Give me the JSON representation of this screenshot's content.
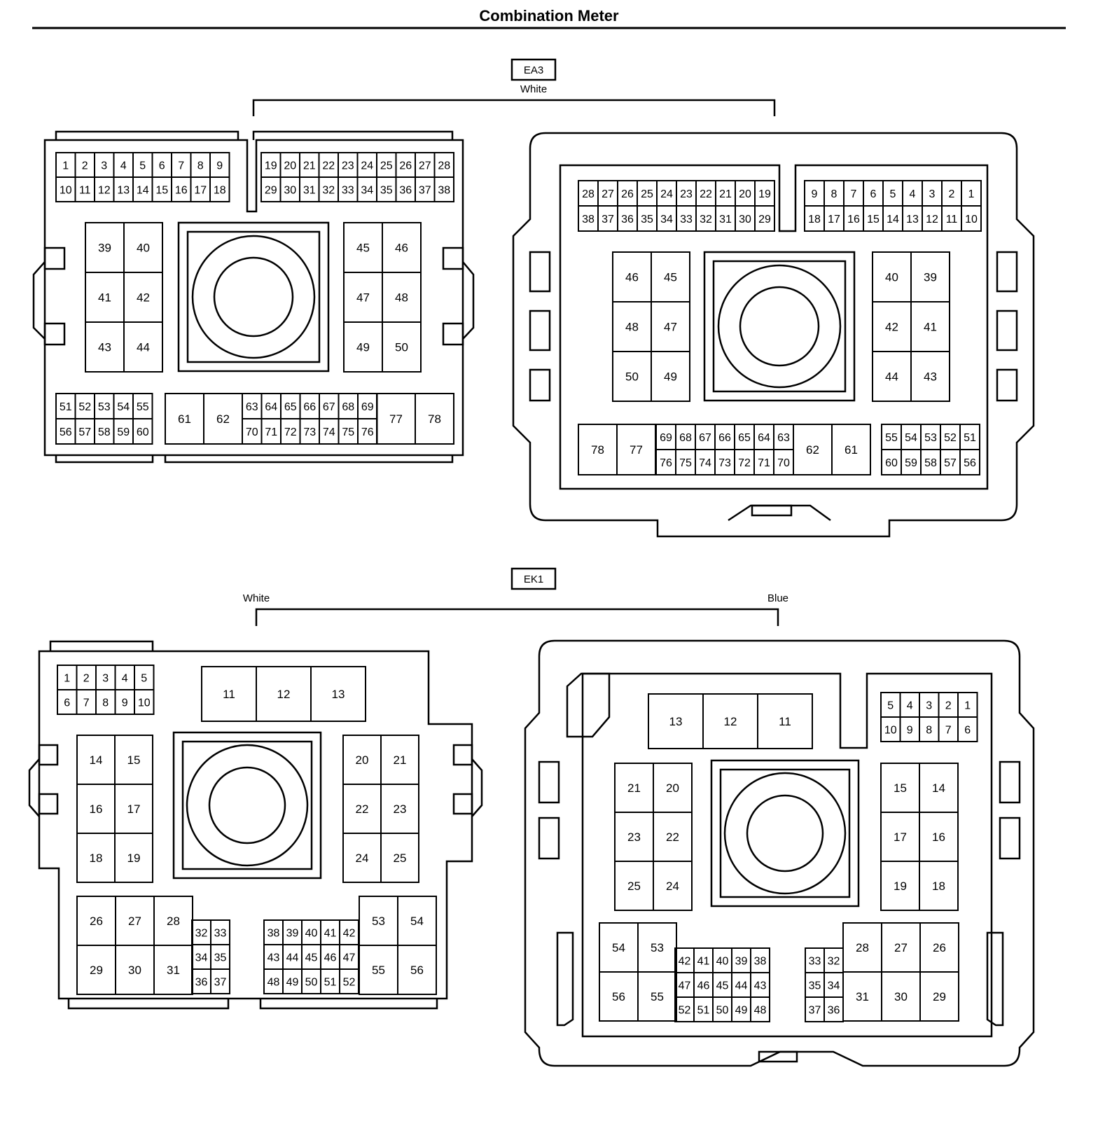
{
  "title": "Combination Meter",
  "connectors": [
    {
      "id": "EA3",
      "label": "EA3",
      "colors": [
        "White"
      ],
      "views": [
        {
          "blocks": [
            {
              "rows": [
                [
                  "1",
                  "2",
                  "3",
                  "4",
                  "5",
                  "6",
                  "7",
                  "8",
                  "9"
                ],
                [
                  "10",
                  "11",
                  "12",
                  "13",
                  "14",
                  "15",
                  "16",
                  "17",
                  "18"
                ]
              ]
            },
            {
              "rows": [
                [
                  "19",
                  "20",
                  "21",
                  "22",
                  "23",
                  "24",
                  "25",
                  "26",
                  "27",
                  "28"
                ],
                [
                  "29",
                  "30",
                  "31",
                  "32",
                  "33",
                  "34",
                  "35",
                  "36",
                  "37",
                  "38"
                ]
              ]
            },
            {
              "rows": [
                [
                  "39",
                  "40"
                ],
                [
                  "41",
                  "42"
                ],
                [
                  "43",
                  "44"
                ]
              ]
            },
            {
              "rows": [
                [
                  "45",
                  "46"
                ],
                [
                  "47",
                  "48"
                ],
                [
                  "49",
                  "50"
                ]
              ]
            },
            {
              "rows": [
                [
                  "51",
                  "52",
                  "53",
                  "54",
                  "55"
                ],
                [
                  "56",
                  "57",
                  "58",
                  "59",
                  "60"
                ]
              ]
            },
            {
              "pins": [
                "61",
                "62"
              ]
            },
            {
              "rows": [
                [
                  "63",
                  "64",
                  "65",
                  "66",
                  "67",
                  "68",
                  "69"
                ],
                [
                  "70",
                  "71",
                  "72",
                  "73",
                  "74",
                  "75",
                  "76"
                ]
              ]
            },
            {
              "pins": [
                "77",
                "78"
              ]
            }
          ]
        },
        {
          "blocks": [
            {
              "rows": [
                [
                  "28",
                  "27",
                  "26",
                  "25",
                  "24",
                  "23",
                  "22",
                  "21",
                  "20",
                  "19"
                ],
                [
                  "38",
                  "37",
                  "36",
                  "35",
                  "34",
                  "33",
                  "32",
                  "31",
                  "30",
                  "29"
                ]
              ]
            },
            {
              "rows": [
                [
                  "9",
                  "8",
                  "7",
                  "6",
                  "5",
                  "4",
                  "3",
                  "2",
                  "1"
                ],
                [
                  "18",
                  "17",
                  "16",
                  "15",
                  "14",
                  "13",
                  "12",
                  "11",
                  "10"
                ]
              ]
            },
            {
              "rows": [
                [
                  "46",
                  "45"
                ],
                [
                  "48",
                  "47"
                ],
                [
                  "50",
                  "49"
                ]
              ]
            },
            {
              "rows": [
                [
                  "40",
                  "39"
                ],
                [
                  "42",
                  "41"
                ],
                [
                  "44",
                  "43"
                ]
              ]
            },
            {
              "pins": [
                "78",
                "77"
              ]
            },
            {
              "rows": [
                [
                  "69",
                  "68",
                  "67",
                  "66",
                  "65",
                  "64",
                  "63"
                ],
                [
                  "76",
                  "75",
                  "74",
                  "73",
                  "72",
                  "71",
                  "70"
                ]
              ]
            },
            {
              "pins": [
                "62",
                "61"
              ]
            },
            {
              "rows": [
                [
                  "55",
                  "54",
                  "53",
                  "52",
                  "51"
                ],
                [
                  "60",
                  "59",
                  "58",
                  "57",
                  "56"
                ]
              ]
            }
          ]
        }
      ]
    },
    {
      "id": "EK1",
      "label": "EK1",
      "colors": [
        "White",
        "Blue"
      ],
      "views": [
        {
          "blocks": [
            {
              "rows": [
                [
                  "1",
                  "2",
                  "3",
                  "4",
                  "5"
                ],
                [
                  "6",
                  "7",
                  "8",
                  "9",
                  "10"
                ]
              ]
            },
            {
              "pins": [
                "11",
                "12",
                "13"
              ]
            },
            {
              "rows": [
                [
                  "14",
                  "15"
                ],
                [
                  "16",
                  "17"
                ],
                [
                  "18",
                  "19"
                ]
              ]
            },
            {
              "rows": [
                [
                  "20",
                  "21"
                ],
                [
                  "22",
                  "23"
                ],
                [
                  "24",
                  "25"
                ]
              ]
            },
            {
              "rows": [
                [
                  "26",
                  "27",
                  "28"
                ],
                [
                  "29",
                  "30",
                  "31"
                ]
              ]
            },
            {
              "rows": [
                [
                  "32",
                  "33"
                ],
                [
                  "34",
                  "35"
                ],
                [
                  "36",
                  "37"
                ]
              ]
            },
            {
              "rows": [
                [
                  "38",
                  "39",
                  "40",
                  "41",
                  "42"
                ],
                [
                  "43",
                  "44",
                  "45",
                  "46",
                  "47"
                ],
                [
                  "48",
                  "49",
                  "50",
                  "51",
                  "52"
                ]
              ]
            },
            {
              "rows": [
                [
                  "53",
                  "54"
                ],
                [
                  "55",
                  "56"
                ]
              ]
            }
          ]
        },
        {
          "blocks": [
            {
              "pins": [
                "13",
                "12",
                "11"
              ]
            },
            {
              "rows": [
                [
                  "5",
                  "4",
                  "3",
                  "2",
                  "1"
                ],
                [
                  "10",
                  "9",
                  "8",
                  "7",
                  "6"
                ]
              ]
            },
            {
              "rows": [
                [
                  "21",
                  "20"
                ],
                [
                  "23",
                  "22"
                ],
                [
                  "25",
                  "24"
                ]
              ]
            },
            {
              "rows": [
                [
                  "15",
                  "14"
                ],
                [
                  "17",
                  "16"
                ],
                [
                  "19",
                  "18"
                ]
              ]
            },
            {
              "rows": [
                [
                  "54",
                  "53"
                ],
                [
                  "56",
                  "55"
                ]
              ]
            },
            {
              "rows": [
                [
                  "42",
                  "41",
                  "40",
                  "39",
                  "38"
                ],
                [
                  "47",
                  "46",
                  "45",
                  "44",
                  "43"
                ],
                [
                  "52",
                  "51",
                  "50",
                  "49",
                  "48"
                ]
              ]
            },
            {
              "rows": [
                [
                  "33",
                  "32"
                ],
                [
                  "35",
                  "34"
                ],
                [
                  "37",
                  "36"
                ]
              ]
            },
            {
              "rows": [
                [
                  "28",
                  "27",
                  "26"
                ],
                [
                  "31",
                  "30",
                  "29"
                ]
              ]
            }
          ]
        }
      ]
    }
  ],
  "colors": {
    "line": "#000000",
    "background": "#ffffff"
  }
}
